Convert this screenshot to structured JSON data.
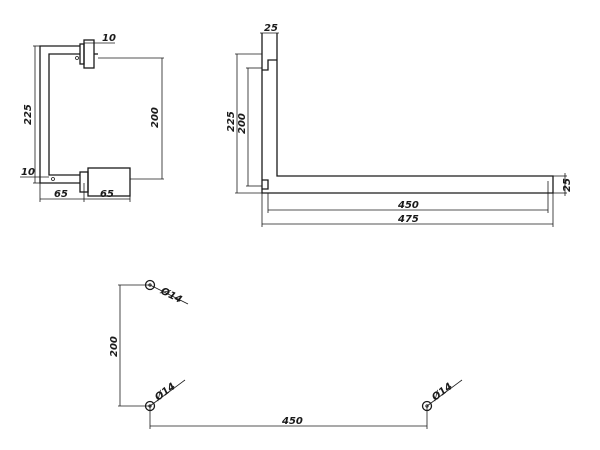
{
  "colors": {
    "stroke": "#1a1a1a",
    "background": "#ffffff"
  },
  "front_view": {
    "dim_top_10": "10",
    "dim_225": "225",
    "dim_200": "200",
    "dim_bottom_10": "10",
    "dim_65_left": "65",
    "dim_65_right": "65"
  },
  "corner_view": {
    "dim_25_top": "25",
    "dim_225": "225",
    "dim_200": "200",
    "dim_25_right": "25",
    "dim_450": "450",
    "dim_475": "475"
  },
  "hole_plan": {
    "hole_top": "Ø14",
    "hole_bottom_left": "Ø14",
    "hole_bottom_right": "Ø14",
    "dim_200": "200",
    "dim_450": "450"
  }
}
